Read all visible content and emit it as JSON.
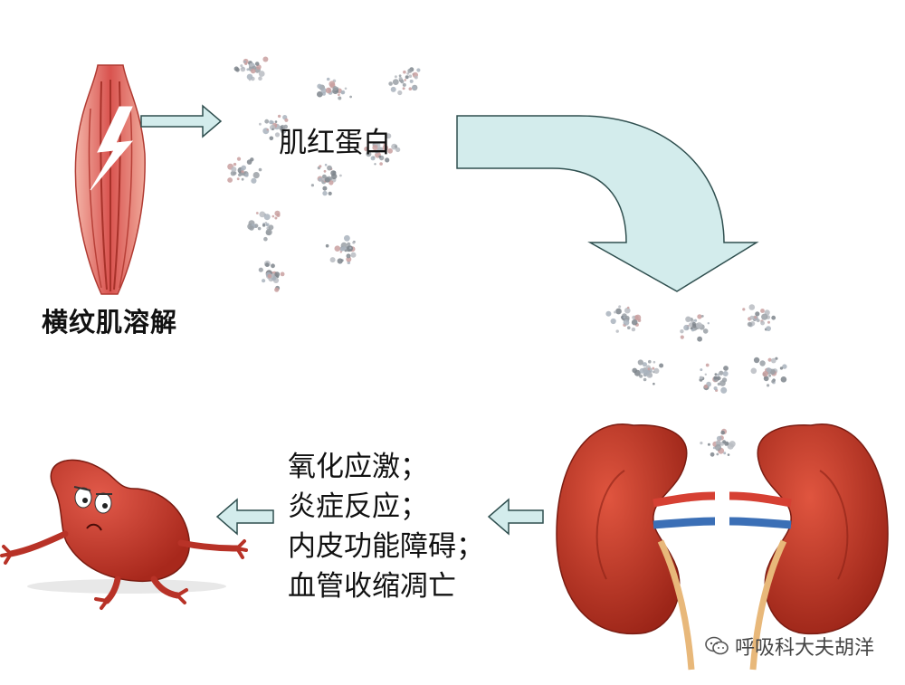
{
  "labels": {
    "muscle": "横纹肌溶解",
    "myoglobin": "肌红蛋白"
  },
  "effects": [
    "氧化应激；",
    "炎症反应；",
    "内皮功能障碍；",
    "血管收缩凋亡"
  ],
  "watermark": "呼吸科大夫胡洋",
  "colors": {
    "arrow_fill": "#d3ecec",
    "arrow_stroke": "#2f4f4f",
    "kidney": "#c0392b",
    "muscle": "#d9534f"
  }
}
